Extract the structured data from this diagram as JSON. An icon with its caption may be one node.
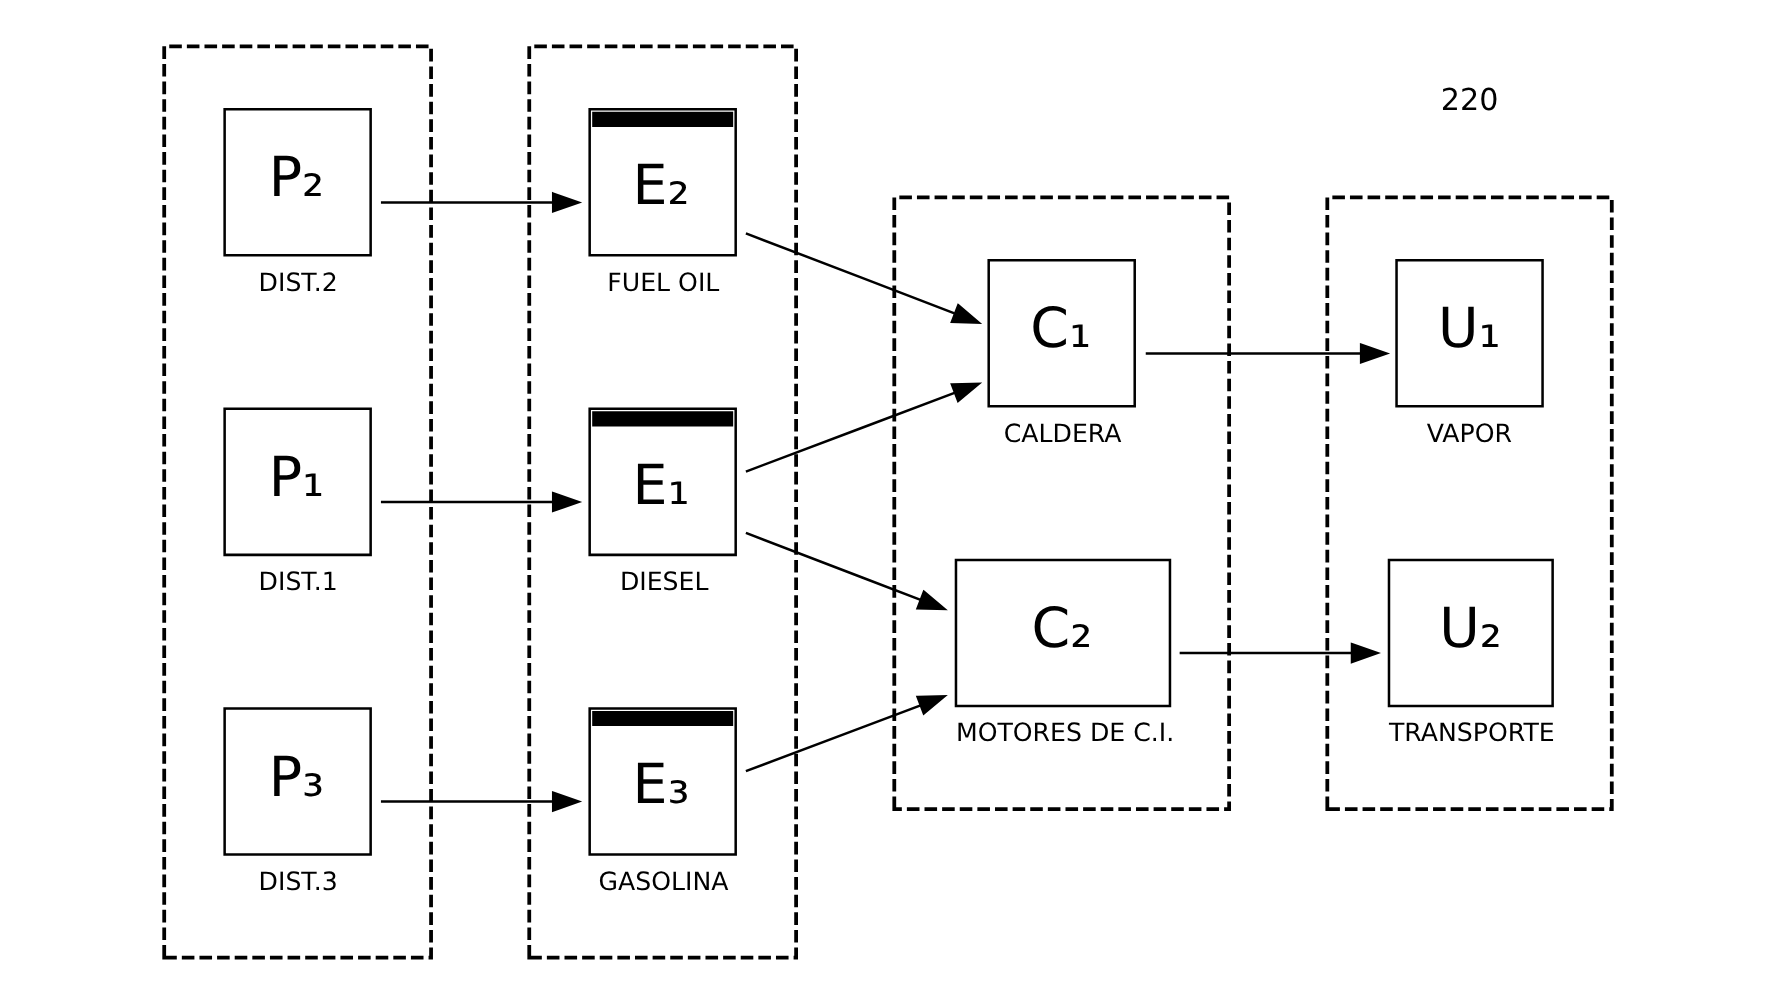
{
  "diagram": {
    "nodes": [
      {
        "text": [],
        "shape": "box"
      },
      {
        "text": [
          "P₁"
        ],
        "beside": [
          "DIST.1"
        ],
        "in": 0
      },
      {
        "text": [
          "P₂"
        ],
        "beside": [
          "DIST.2"
        ],
        "in": 0
      },
      {
        "text": [
          "P₃"
        ],
        "beside": [
          "DIST.3"
        ],
        "in": 0
      },
      {
        "text": [],
        "shape": "box"
      },
      {
        "text": [
          "E₁"
        ],
        "beside": [
          "DIESEL"
        ],
        "in": 4
      },
      {
        "text": [
          "E₂"
        ],
        "beside": [
          "FUEL OIL"
        ],
        "in": 4
      },
      {
        "text": [
          "E₃"
        ],
        "beside": [
          "GASOLINA"
        ],
        "in": 4
      },
      {
        "text": [],
        "shape": "box"
      },
      {
        "text": [
          "C₁"
        ],
        "beside": [
          "CALDERA"
        ],
        "in": 8
      },
      {
        "text": [
          "C₂"
        ],
        "beside": [
          "MOTORES DE C.I."
        ],
        "in": 8
      },
      {
        "text": [],
        "shape": "box"
      },
      {
        "text": [
          "U₁"
        ],
        "beside": [
          "VAPOR"
        ],
        "in": 11
      },
      {
        "text": [
          "U₂"
        ],
        "beside": [
          "TRANSPORTE"
        ],
        "in": 11
      }
    ],
    "edges": [
      {
        "from": 1,
        "to": 5,
        "arrow": "to"
      },
      {
        "from": 2,
        "to": 6,
        "arrow": "to"
      },
      {
        "from": 3,
        "to": 7,
        "arrow": "to"
      },
      {
        "from": 5,
        "to": 9,
        "arrow": "to"
      },
      {
        "from": 5,
        "to": 10,
        "arrow": "to"
      },
      {
        "from": 6,
        "to": 9,
        "arrow": "to"
      },
      {
        "from": 7,
        "to": 10,
        "arrow": "to"
      },
      {
        "from": 9,
        "to": 12,
        "arrow": "to"
      },
      {
        "from": 10,
        "to": 13,
        "arrow": "to"
      }
    ],
    "labels": [
      "220"
    ]
  }
}
